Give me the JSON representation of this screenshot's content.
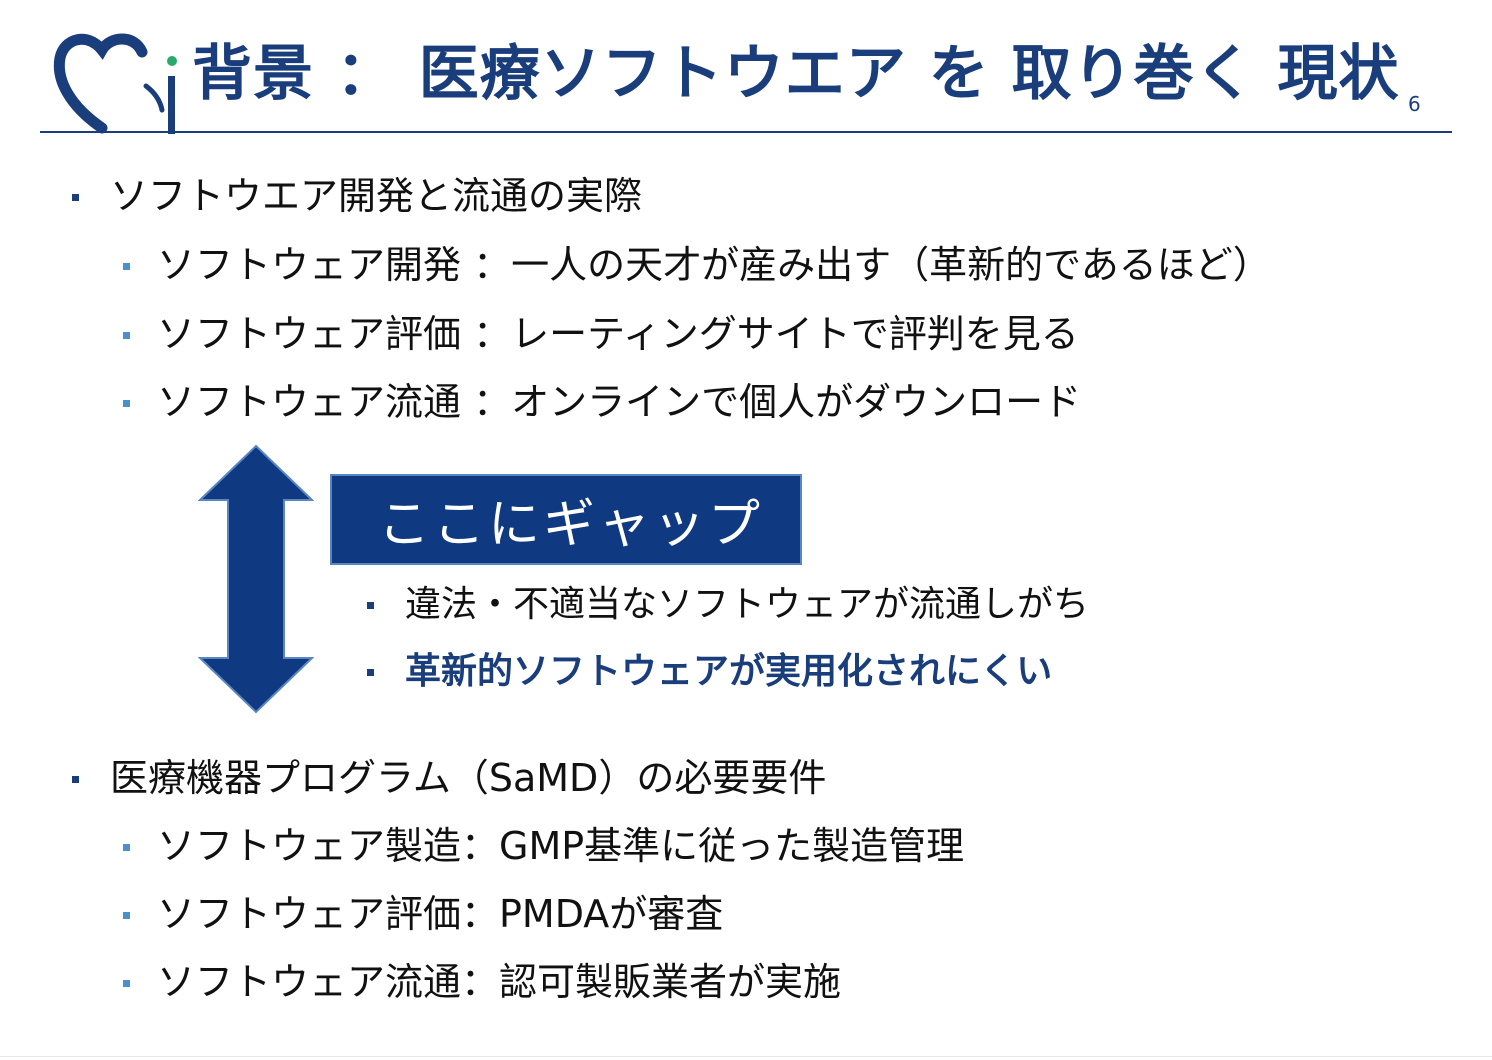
{
  "header": {
    "title": "背景 ： 医療ソフトウエア を 取り巻く 現状",
    "page_number": "6",
    "logo_icon": "heart-logo-icon"
  },
  "section1": {
    "heading": "ソフトウエア開発と流通の実際",
    "items": [
      {
        "label": "ソフトウェア開発 ：一人の天才が産み出す（革新的であるほど）"
      },
      {
        "label": "ソフトウェア評価 ：レーティングサイトで評判を見る"
      },
      {
        "label": "ソフトウェア流通 ：オンラインで個人がダウンロード"
      }
    ]
  },
  "gap": {
    "label": "ここにギャップ",
    "arrow_icon": "double-vertical-arrow-icon",
    "points": [
      {
        "label": "違法・不適当なソフトウェアが流通しがち",
        "emphasis": false
      },
      {
        "label": "革新的ソフトウェアが実用化されにくい",
        "emphasis": true
      }
    ]
  },
  "section2": {
    "heading": "医療機器プログラム（SaMD）の必要要件",
    "items": [
      {
        "label": "ソフトウェア製造：GMP基準に従った製造管理"
      },
      {
        "label": "ソフトウェア評価：PMDAが審査"
      },
      {
        "label": "ソフトウェア流通：認可製販業者が実施"
      }
    ]
  },
  "colors": {
    "primary": "#1a3d7c",
    "box_fill": "#0f3a82",
    "sub_bullet": "#4a90cf",
    "logo_dot": "#2aaa6a"
  }
}
